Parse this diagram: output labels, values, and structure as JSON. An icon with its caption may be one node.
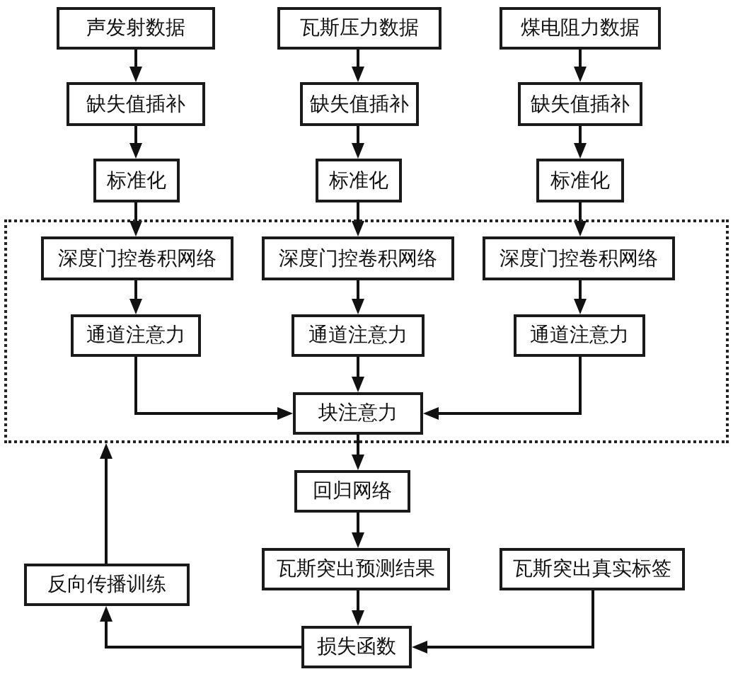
{
  "diagram": {
    "nodes": [
      {
        "text": [
          "声发射数据"
        ]
      },
      {
        "text": [
          "瓦斯压力数据"
        ]
      },
      {
        "text": [
          "煤电阻力数据"
        ]
      },
      {
        "text": [
          "缺失值插补"
        ]
      },
      {
        "text": [
          "缺失值插补"
        ]
      },
      {
        "text": [
          "缺失值插补"
        ]
      },
      {
        "text": [
          "标准化"
        ]
      },
      {
        "text": [
          "标准化"
        ]
      },
      {
        "text": [
          "标准化"
        ]
      },
      {
        "text": [],
        "shape": "box"
      },
      {
        "text": [
          "深度门控卷积网络"
        ],
        "in": 9
      },
      {
        "text": [
          "深度门控卷积网络"
        ],
        "in": 9
      },
      {
        "text": [
          "深度门控卷积网络"
        ],
        "in": 9
      },
      {
        "text": [
          "通道注意力"
        ],
        "in": 9
      },
      {
        "text": [
          "通道注意力"
        ],
        "in": 9
      },
      {
        "text": [
          "通道注意力"
        ],
        "in": 9
      },
      {
        "text": [
          "块注意力"
        ],
        "in": 9
      },
      {
        "text": [
          "回归网络"
        ]
      },
      {
        "text": [
          "反向传播训练"
        ]
      },
      {
        "text": [
          "瓦斯突出预测结果"
        ]
      },
      {
        "text": [
          "瓦斯突出真实标签"
        ]
      },
      {
        "text": [
          "损失函数"
        ]
      }
    ],
    "edges": [
      {
        "from": 0,
        "to": 3,
        "arrow": "to"
      },
      {
        "from": 1,
        "to": 4,
        "arrow": "to"
      },
      {
        "from": 2,
        "to": 5,
        "arrow": "to"
      },
      {
        "from": 3,
        "to": 6,
        "arrow": "to"
      },
      {
        "from": 4,
        "to": 7,
        "arrow": "to"
      },
      {
        "from": 5,
        "to": 8,
        "arrow": "to"
      },
      {
        "from": 6,
        "to": 10,
        "arrow": "to"
      },
      {
        "from": 7,
        "to": 11,
        "arrow": "to"
      },
      {
        "from": 8,
        "to": 12,
        "arrow": "to"
      },
      {
        "from": 10,
        "to": 13,
        "arrow": "to"
      },
      {
        "from": 11,
        "to": 14,
        "arrow": "to"
      },
      {
        "from": 12,
        "to": 15,
        "arrow": "to"
      },
      {
        "from": 13,
        "to": 16,
        "arrow": "to"
      },
      {
        "from": 14,
        "to": 16,
        "arrow": "to"
      },
      {
        "from": 15,
        "to": 16,
        "arrow": "to"
      },
      {
        "from": 16,
        "to": 17,
        "arrow": "to"
      },
      {
        "from": 17,
        "to": 19,
        "arrow": "to"
      },
      {
        "from": 19,
        "to": 21,
        "arrow": "to"
      },
      {
        "from": 20,
        "to": 21,
        "arrow": "to"
      },
      {
        "from": 21,
        "to": 18,
        "arrow": "to"
      },
      {
        "from": 18,
        "to": 9,
        "arrow": "to"
      }
    ]
  }
}
